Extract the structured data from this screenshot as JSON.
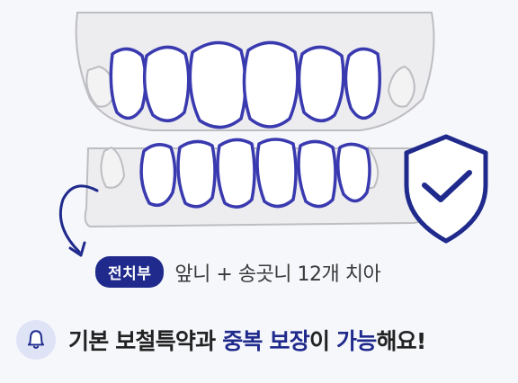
{
  "caption": {
    "badge": "전치부",
    "text": "앞니 + 송곳니 12개 치아"
  },
  "notice": {
    "icon": "bell-icon",
    "parts": [
      "기본 보철특약과 ",
      "중복 보장",
      "이 ",
      "가능",
      "해요!"
    ]
  },
  "colors": {
    "accent": "#1f2a8c",
    "tooth_outline": "#3a3ab0",
    "gum_gray": "#c9c9cc",
    "background": "#f6f7fb"
  }
}
